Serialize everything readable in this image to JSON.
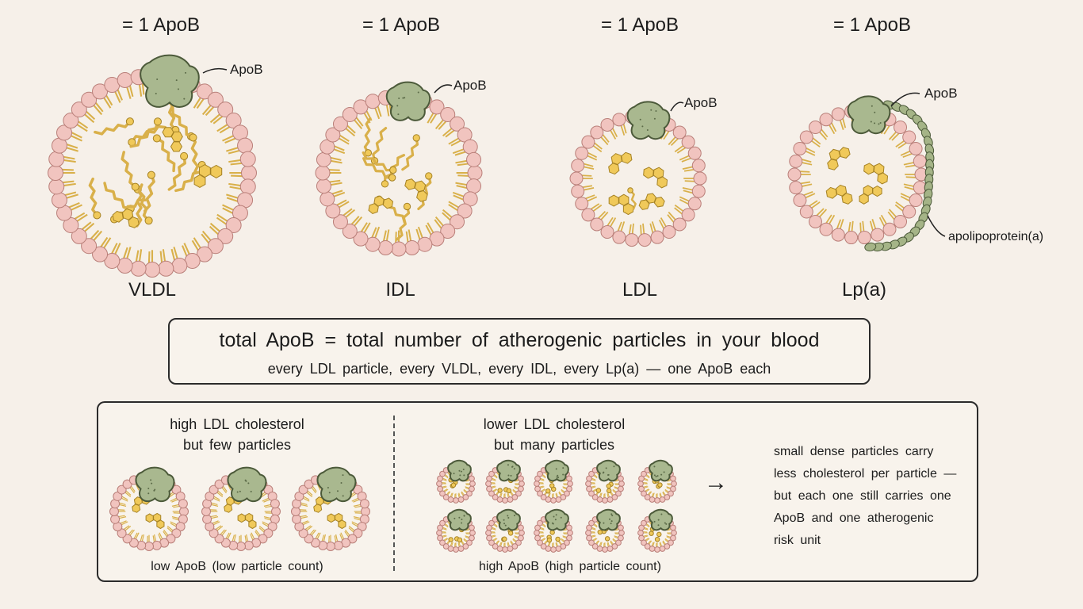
{
  "particles": [
    {
      "name": "VLDL",
      "count_label": "= 1 ApoB",
      "apob_label": "ApoB"
    },
    {
      "name": "IDL",
      "count_label": "= 1 ApoB",
      "apob_label": "ApoB"
    },
    {
      "name": "LDL",
      "count_label": "= 1 ApoB",
      "apob_label": "ApoB"
    },
    {
      "name": "Lp(a)",
      "count_label": "= 1 ApoB",
      "apob_label": "ApoB",
      "extra_label": "apolipoprotein(a)"
    }
  ],
  "summary": {
    "main": "total ApoB = total number of atherogenic particles in your blood",
    "sub": "every LDL particle, every VLDL, every IDL, every Lp(a) — one ApoB each"
  },
  "comparison": {
    "left": {
      "heading_line1": "high LDL cholesterol",
      "heading_line2": "but few particles",
      "caption": "low ApoB (low particle count)",
      "particle_count": 3
    },
    "right": {
      "heading_line1": "lower LDL cholesterol",
      "heading_line2": "but many particles",
      "caption": "high ApoB (high particle count)",
      "particle_count": 10
    },
    "arrow": "→",
    "note_lines": [
      "small dense particles carry",
      "less cholesterol per particle —",
      "but each one still carries one",
      "ApoB and one atherogenic",
      "risk unit"
    ]
  },
  "colors": {
    "background": "#f6f0e9",
    "phospholipid_head": "#f1c4bf",
    "phospholipid_outline": "#b97f79",
    "tail": "#d9b04a",
    "lipid": "#f0c95a",
    "apob": "#a9b88f",
    "apob_outline": "#4c5a3a"
  }
}
